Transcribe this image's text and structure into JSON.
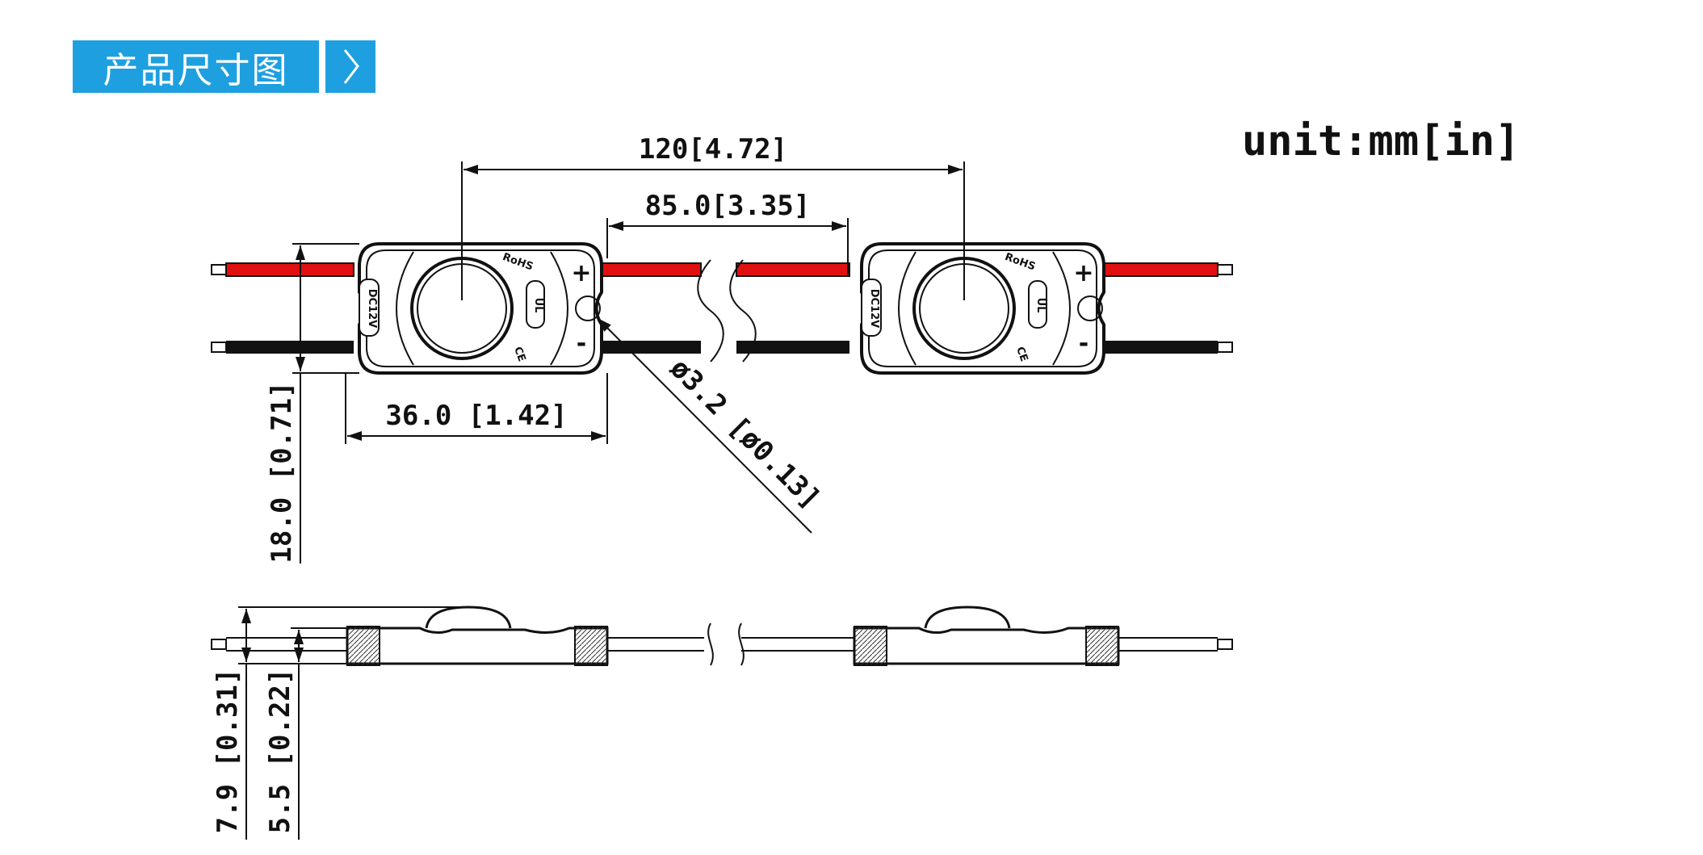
{
  "header": {
    "title": "产品尺寸图",
    "arrow_icon": "chevron-right-icon",
    "color": "#1ea0e0"
  },
  "unit": "unit:mm[in]",
  "dimensions": {
    "pitch": "120[4.72]",
    "gap": "85.0[3.35]",
    "length": "36.0 [1.42]",
    "width": "18.0 [0.71]",
    "hole": "ø3.2 [ø0.13]",
    "height_total": "7.9 [0.31]",
    "height_body": "5.5 [0.22]"
  },
  "module_marks": {
    "voltage": "DC12V",
    "rohs": "RoHS",
    "ce": "CE",
    "ul": "UL",
    "plus": "+",
    "minus": "-"
  },
  "colors": {
    "wire_positive": "#e01010",
    "wire_negative": "#111111",
    "outline": "#111111"
  }
}
